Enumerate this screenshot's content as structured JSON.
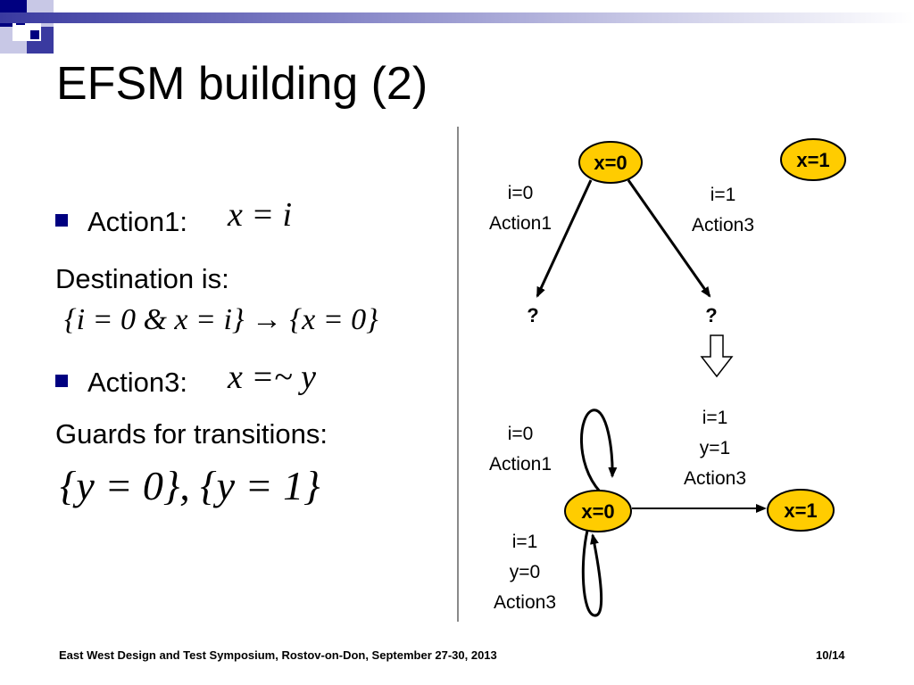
{
  "slide": {
    "title": "EFSM building (2)",
    "footer": "East West Design and Test Symposium, Rostov-on-Don, September 27-30, 2013",
    "page": "10/14"
  },
  "left": {
    "action1_label": "Action1:",
    "action1_formula": "x = i",
    "destination_label": "Destination is:",
    "destination_formula": "{i = 0 & x = i} → {x = 0}",
    "action3_label": "Action3:",
    "action3_formula": "x =~ y",
    "guards_label": "Guards for transitions:",
    "guards_formula": "{y = 0}, {y = 1}"
  },
  "diagram_top": {
    "state_x0": "x=0",
    "state_x1": "x=1",
    "left_edge_lines": [
      "i=0",
      "Action1"
    ],
    "right_edge_lines": [
      "i=1",
      "Action3"
    ],
    "unknown_left": "?",
    "unknown_right": "?"
  },
  "diagram_bottom": {
    "state_x0": "x=0",
    "state_x1": "x=1",
    "loop_top_lines": [
      "i=0",
      "Action1"
    ],
    "loop_bottom_lines": [
      "i=1",
      "y=0",
      "Action3"
    ],
    "edge_lines": [
      "i=1",
      "y=1",
      "Action3"
    ]
  },
  "colors": {
    "state_fill": "#FFCC00",
    "bullet": "#000080",
    "divider": "#8a8a8a"
  }
}
